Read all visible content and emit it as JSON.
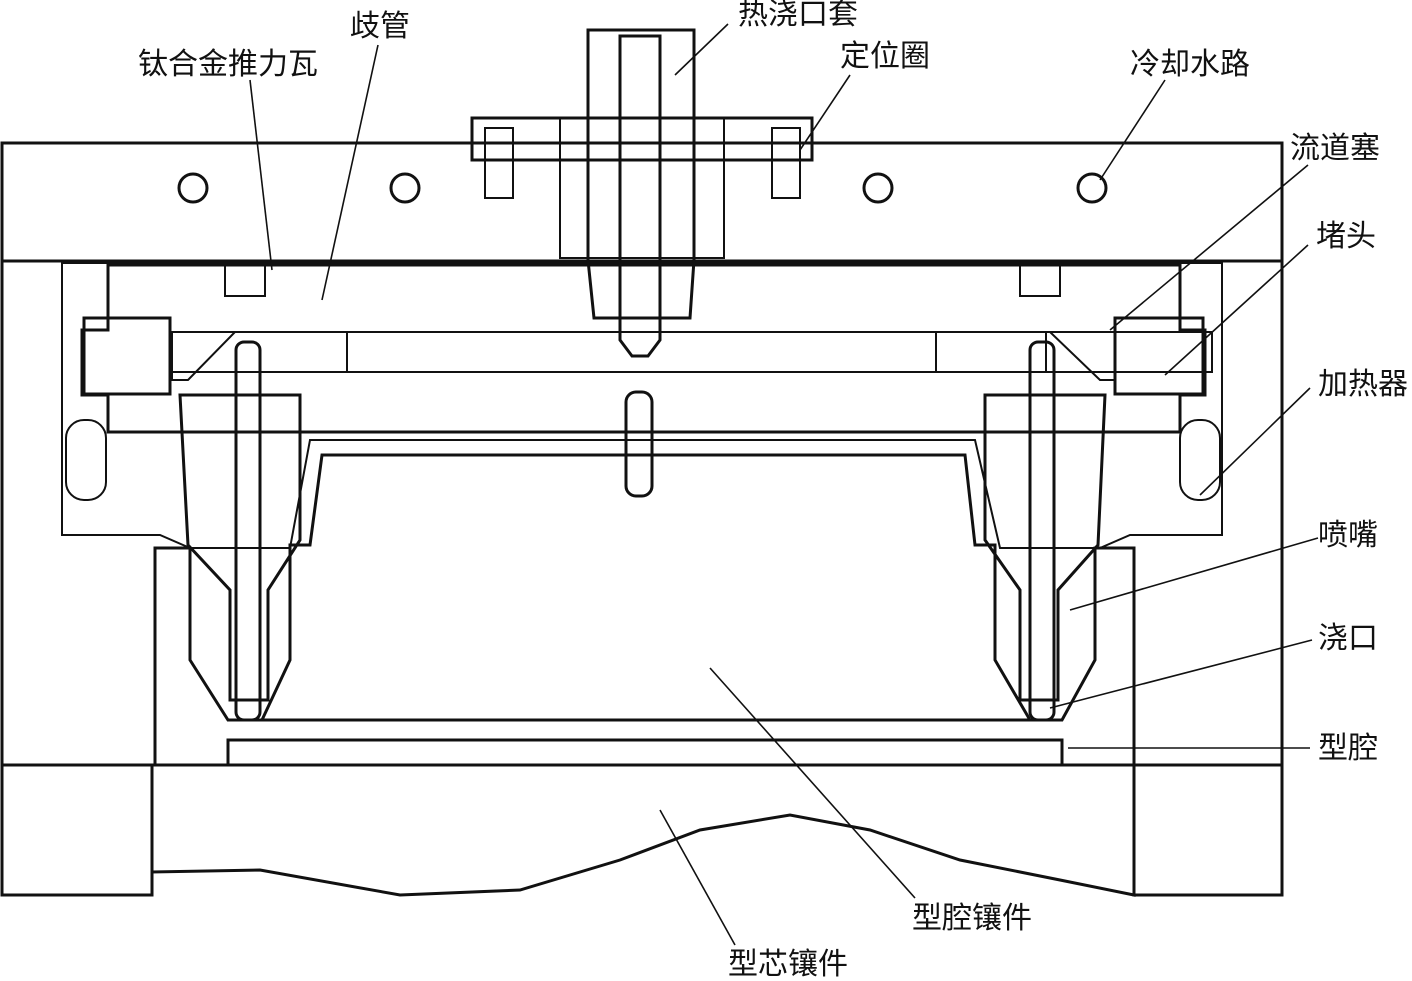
{
  "labels": {
    "hot_sprue_bushing": "热浇口套",
    "manifold": "歧管",
    "titanium_thrust_pad": "钛合金推力瓦",
    "locating_ring": "定位圈",
    "cooling_channel": "冷却水路",
    "runner_plug": "流道塞",
    "end_plug": "堵头",
    "heater": "加热器",
    "nozzle": "喷嘴",
    "gate": "浇口",
    "cavity": "型腔",
    "cavity_insert": "型腔镶件",
    "core_insert": "型芯镶件"
  },
  "colors": {
    "line": "#111111",
    "background": "#ffffff",
    "void": "#ffffff"
  }
}
